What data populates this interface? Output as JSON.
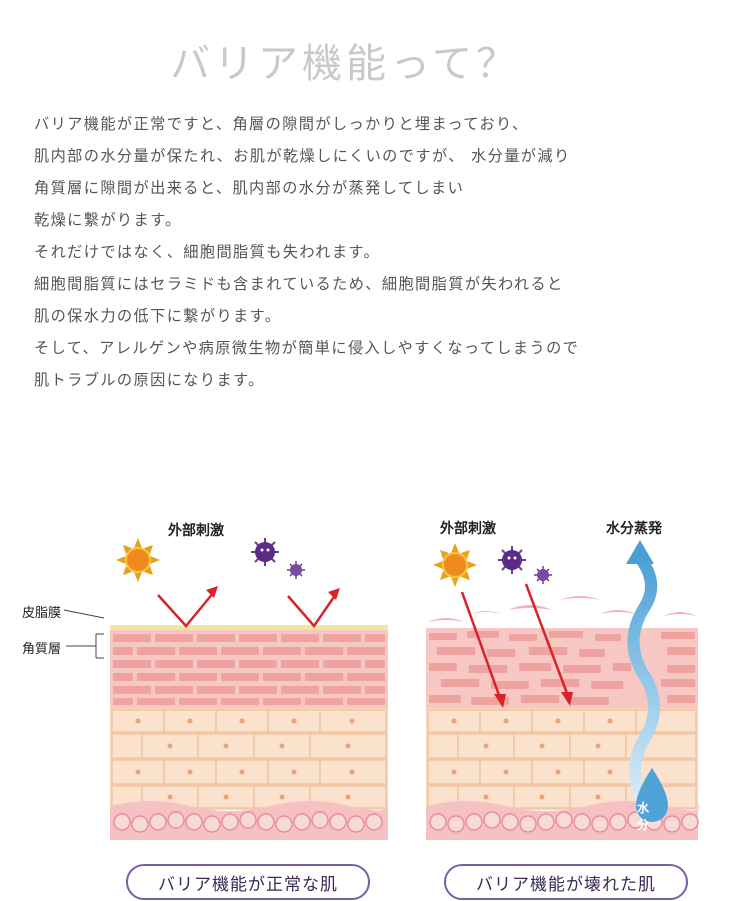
{
  "title": "バリア機能って？",
  "paragraph": [
    "バリア機能が正常ですと、角層の隙間がしっかりと埋まっており、",
    "肌内部の水分量が保たれ、お肌が乾燥しにくいのですが、 水分量が減り",
    "角質層に隙間が出来ると、肌内部の水分が蒸発してしまい",
    "乾燥に繋がります。",
    "それだけではなく、細胞間脂質も失われます。",
    "細胞間脂質にはセラミドも含まれているため、細胞間脂質が失われると",
    "肌の保水力の低下に繋がります。",
    "そして、アレルゲンや病原微生物が簡単に侵入しやすくなってしまうので",
    "肌トラブルの原因になります。"
  ],
  "diagram": {
    "left": {
      "external_label": "外部刺激",
      "side_labels": [
        "皮脂膜",
        "角質層"
      ],
      "caption": "バリア機能が正常な肌"
    },
    "right": {
      "external_label": "外部刺激",
      "evaporation_label": "水分蒸発",
      "water_drop_label": "水分",
      "caption": "バリア機能が壊れた肌"
    }
  },
  "colors": {
    "sebum": "#f2e6a0",
    "stratum": "#f3b7b2",
    "stratum_brick": "#e9908e",
    "cells": "#f9d4b5",
    "cell_line": "#efb995",
    "base": "#f6c1c2",
    "base_cell": "#e98e97",
    "arrow_red": "#d8232a",
    "water_blue": "#4fa3d8",
    "caption_border": "#7a5fa1"
  },
  "icons": [
    "sun-icon",
    "germ-icon"
  ]
}
